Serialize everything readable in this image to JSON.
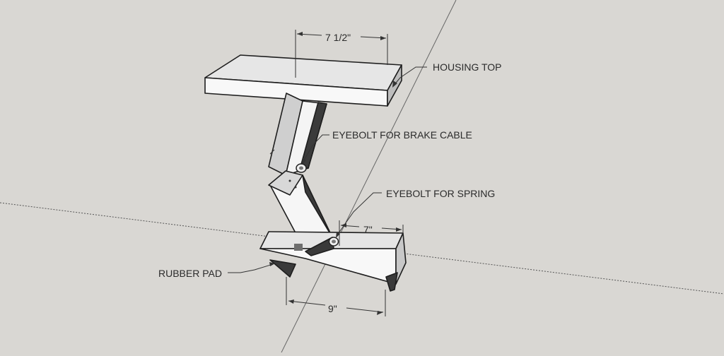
{
  "dimensions": {
    "top_width": "7 1/2\"",
    "base_length": "7\"",
    "pad_length": "9\""
  },
  "labels": {
    "housing_top": "HOUSING TOP",
    "eyebolt_brake": "EYEBOLT FOR BRAKE CABLE",
    "eyebolt_spring": "EYEBOLT FOR SPRING",
    "rubber_pad": "RUBBER PAD"
  },
  "colors": {
    "background": "#d9d7d3",
    "face_top": "#e9e9e9",
    "face_front": "#f7f7f7",
    "face_dark": "#3a3a3a"
  }
}
